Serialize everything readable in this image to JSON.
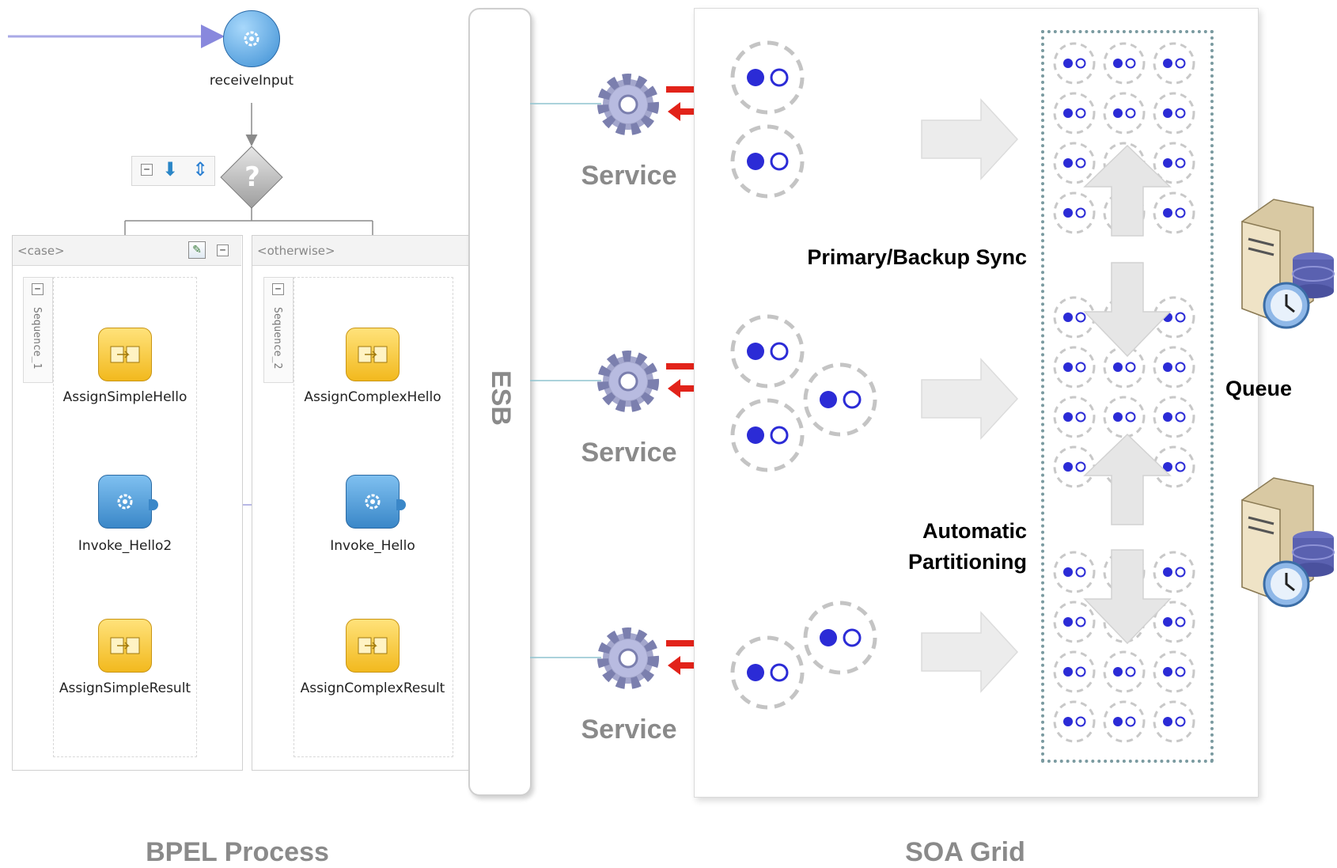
{
  "bpel": {
    "receive_label": "receiveInput",
    "case_tag": "<case>",
    "otherwise_tag": "<otherwise>",
    "sequence_1": "Sequence_1",
    "sequence_2": "Sequence_2",
    "assign_simple_hello": "AssignSimpleHello",
    "assign_complex_hello": "AssignComplexHello",
    "invoke_hello2": "Invoke_Hello2",
    "invoke_hello": "Invoke_Hello",
    "assign_simple_result": "AssignSimpleResult",
    "assign_complex_result": "AssignComplexResult",
    "caption": "BPEL Process"
  },
  "esb": {
    "label": "ESB"
  },
  "services": [
    {
      "label": "Service"
    },
    {
      "label": "Service"
    },
    {
      "label": "Service"
    }
  ],
  "grid": {
    "primary_backup": "Primary/Backup Sync",
    "auto_line1": "Automatic",
    "auto_line2": "Partitioning",
    "queue": "Queue",
    "caption": "SOA Grid"
  },
  "colors": {
    "accent_blue": "#2b2bd6",
    "arrow_red": "#e2231a",
    "caption_grey": "#8a8a8a",
    "queue_border": "#7a9aa0"
  }
}
